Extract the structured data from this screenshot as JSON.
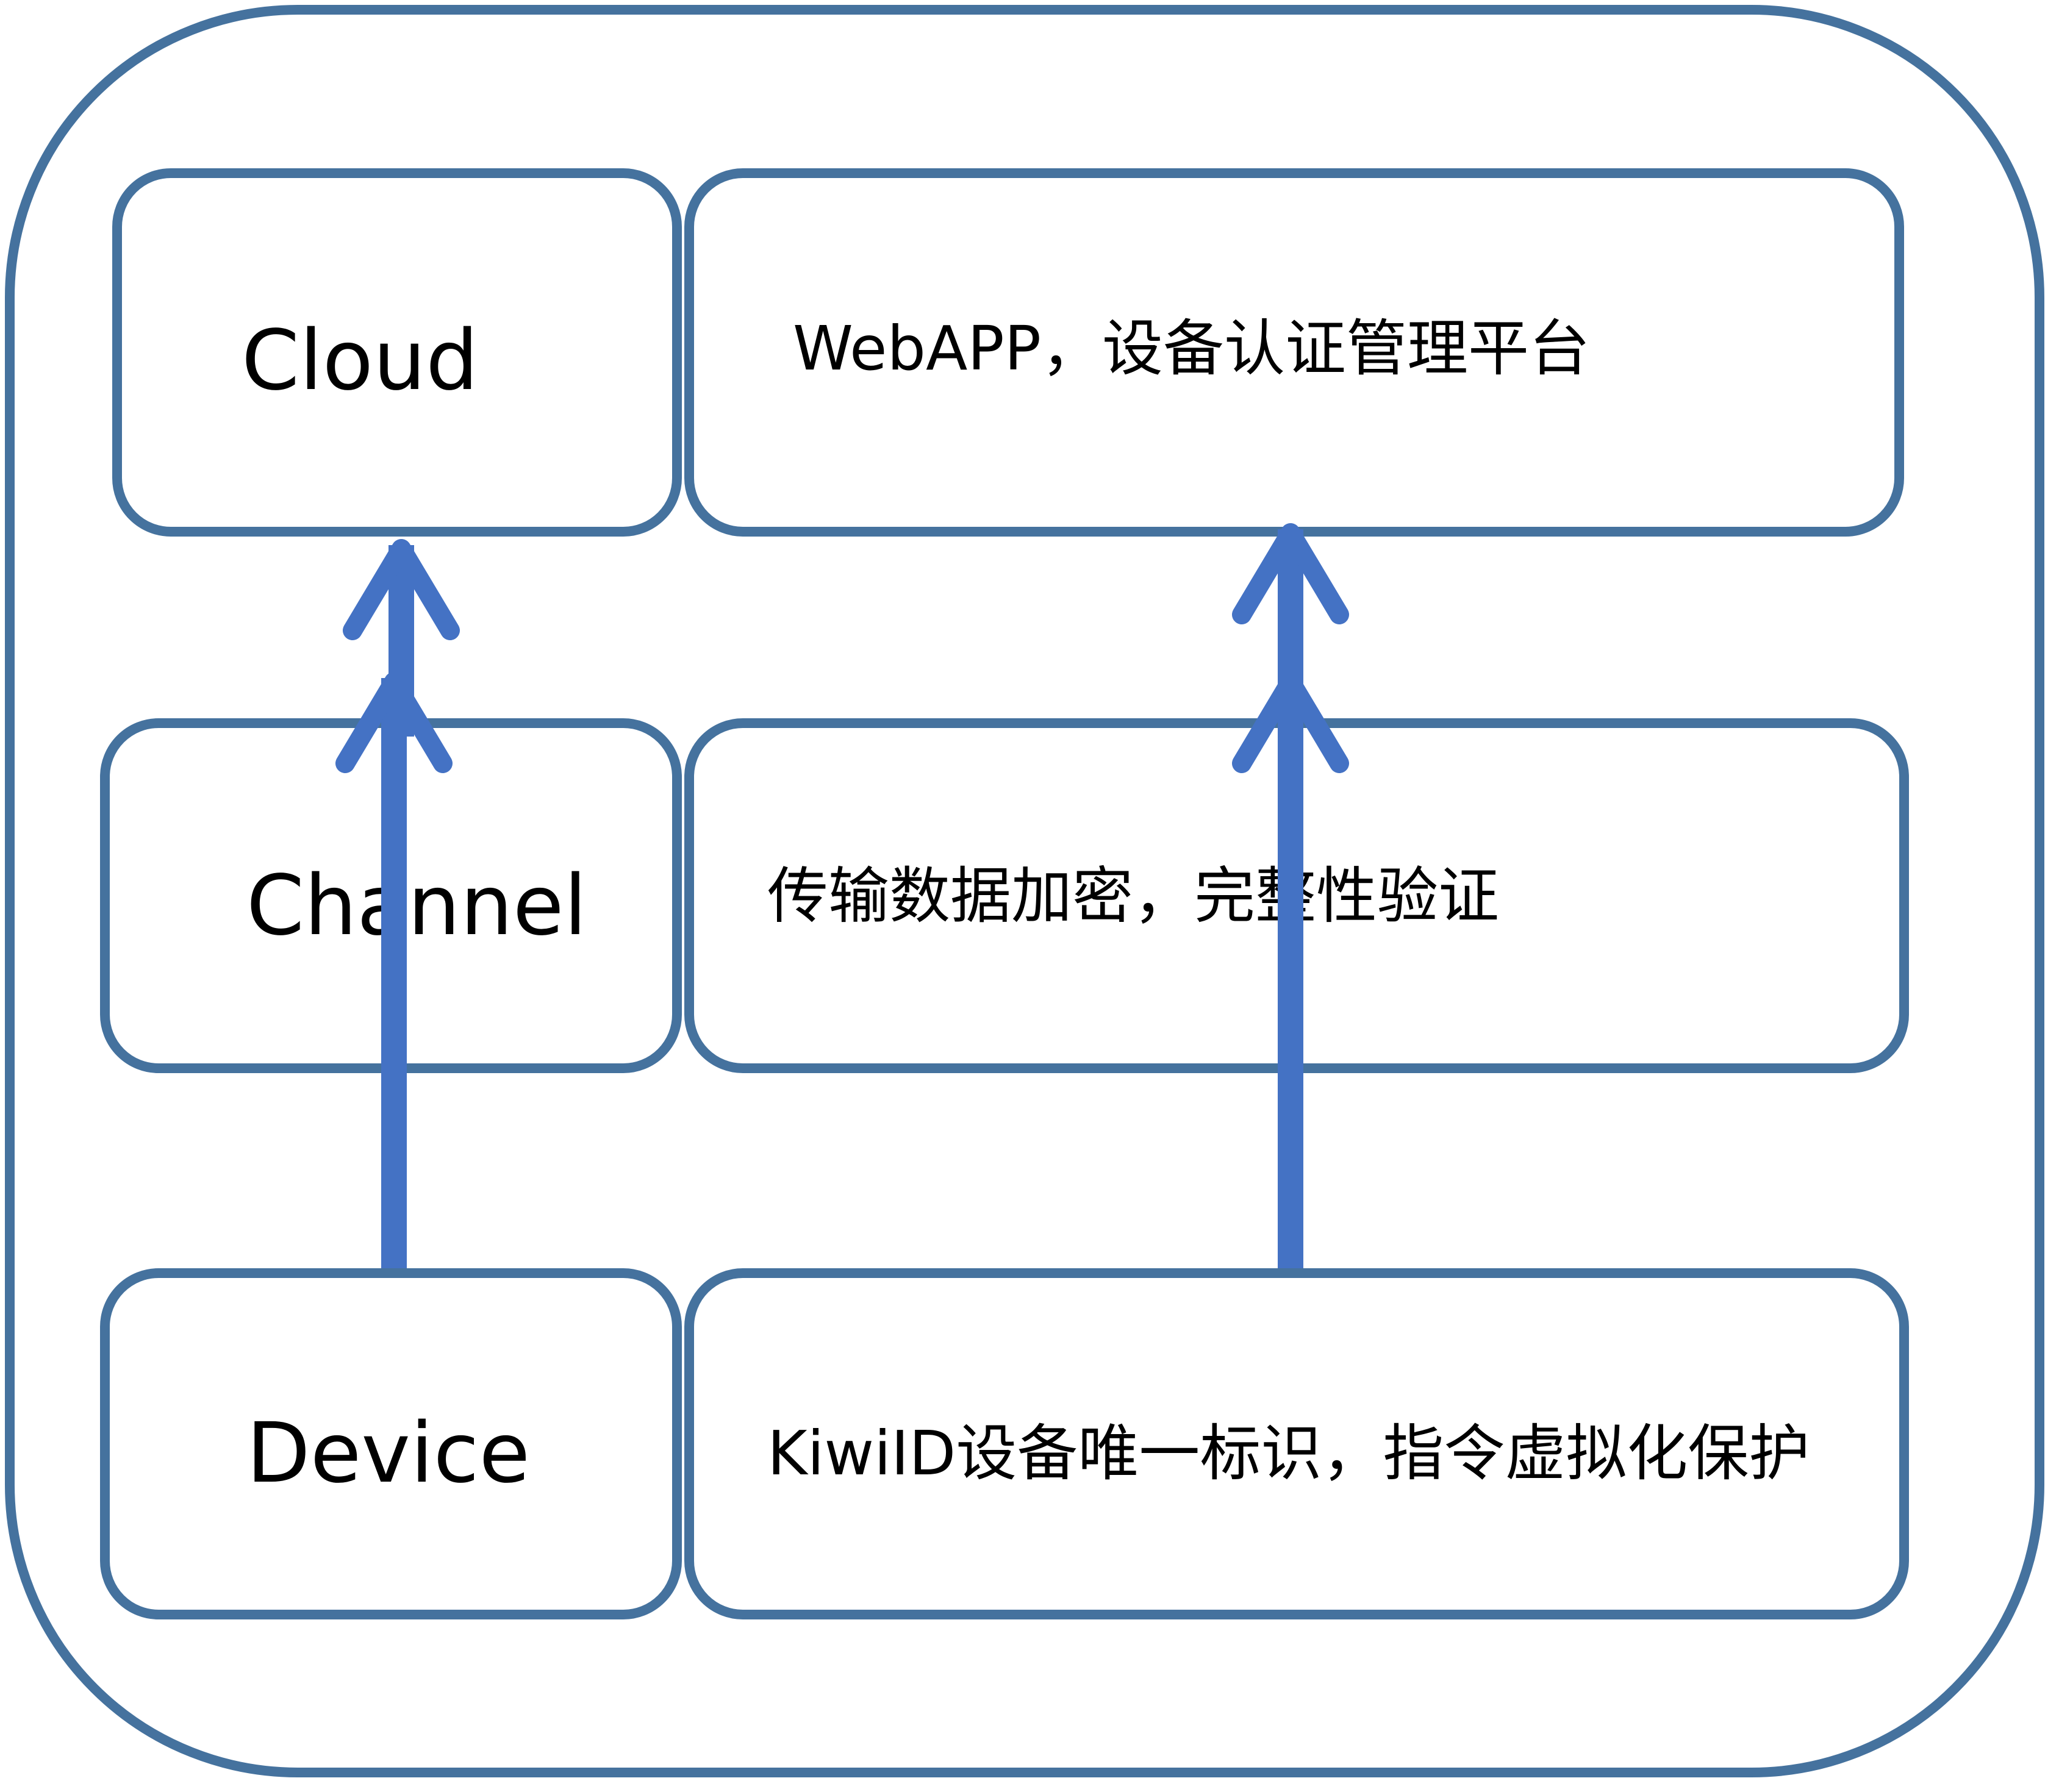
{
  "layers": [
    {
      "name": "Cloud",
      "description": "WebAPP，设备认证管理平台"
    },
    {
      "name": "Channel",
      "description": "传输数据加密，完整性验证"
    },
    {
      "name": "Device",
      "description": "KiwiID设备唯一标识，指令虚拟化保护"
    }
  ],
  "colors": {
    "border": "#45729e",
    "arrow": "#4472c4",
    "text": "#000000"
  },
  "arrows": [
    {
      "name": "device-to-channel-left-arrow",
      "from": "Device",
      "to": "Channel",
      "direction": "up"
    },
    {
      "name": "device-to-channel-right-arrow",
      "from": "Device",
      "to": "Channel",
      "direction": "up"
    },
    {
      "name": "channel-to-cloud-left-arrow",
      "from": "Channel",
      "to": "Cloud",
      "direction": "up"
    },
    {
      "name": "channel-to-cloud-right-arrow",
      "from": "Channel",
      "to": "Cloud",
      "direction": "up"
    }
  ]
}
